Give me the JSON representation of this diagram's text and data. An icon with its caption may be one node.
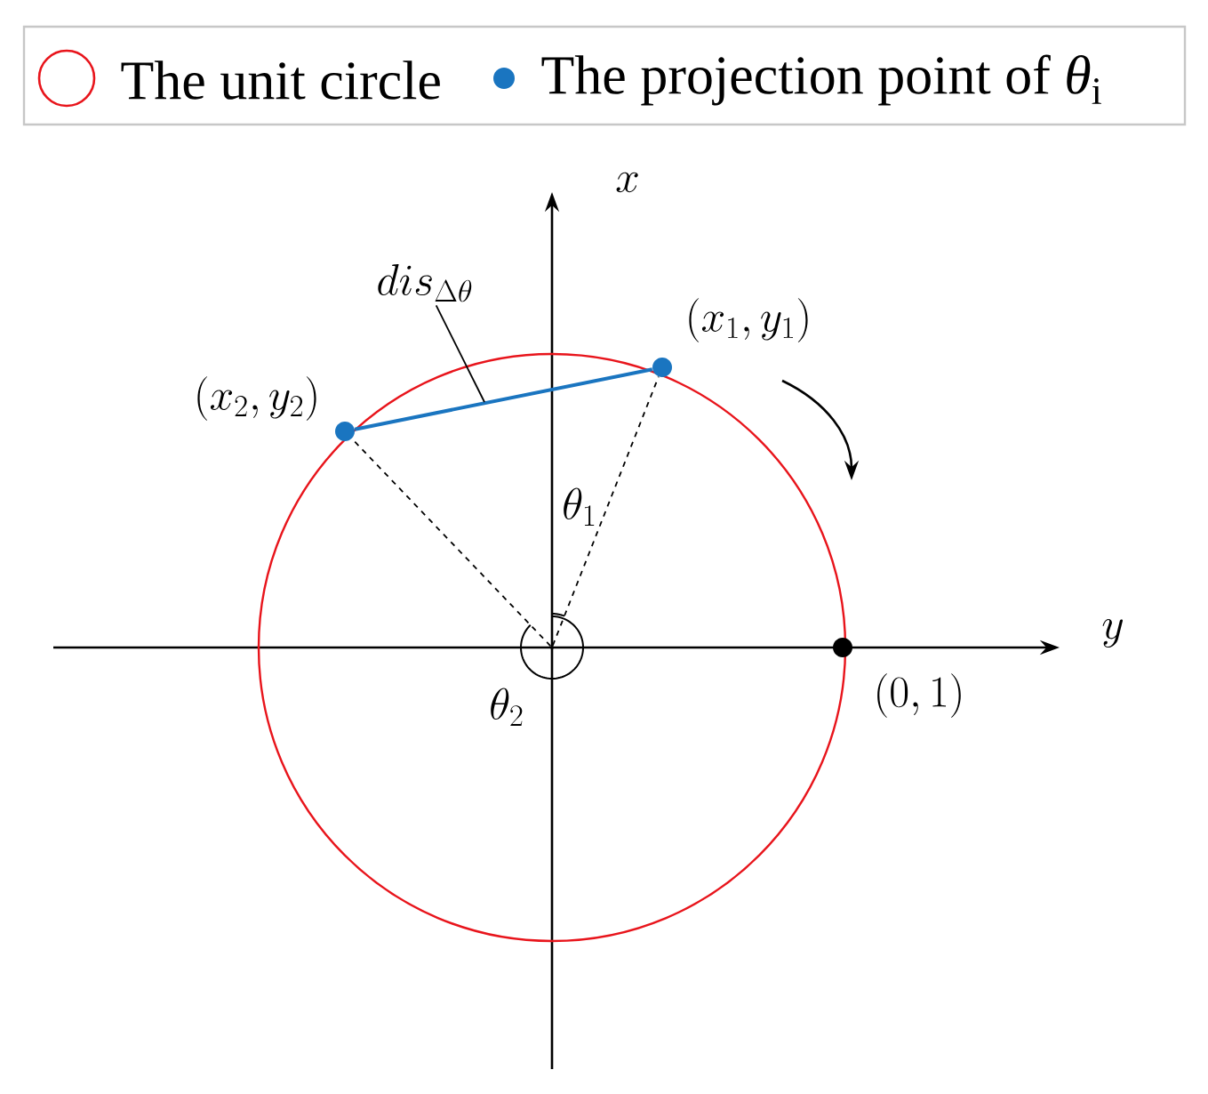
{
  "diagram": {
    "nodes": [
      {
        "text": [],
        "shape": "circle",
        "beside": [
          "(x_1,y_1)"
        ]
      },
      {
        "text": [],
        "shape": "circle",
        "beside": [
          "(x_2,y_2)"
        ]
      },
      {
        "text": [],
        "shape": "circle",
        "beside": [
          "(0,1)"
        ]
      },
      {
        "text": [
          "dis_{\\Delta\\theta}"
        ]
      },
      {
        "text": [],
        "shape": "point"
      }
    ],
    "edges": [
      {
        "from": 1,
        "to": 0,
        "arrow": "none",
        "style": "thick",
        "color": "#1a75c0"
      },
      {
        "from": 3,
        "to": null,
        "arrow": "none"
      },
      {
        "from": 4,
        "to": 0,
        "arrow": "none",
        "style": "dashed"
      },
      {
        "from": 4,
        "to": 1,
        "arrow": "none",
        "style": "dashed"
      }
    ],
    "labels": [
      "x",
      "y",
      "\\theta_1",
      "\\theta_2"
    ],
    "legend": [
      {
        "text": "The unit circle"
      },
      {
        "text": "The projection point of *θ*$_{i}$",
        "color": "#1a75c0"
      }
    ]
  }
}
